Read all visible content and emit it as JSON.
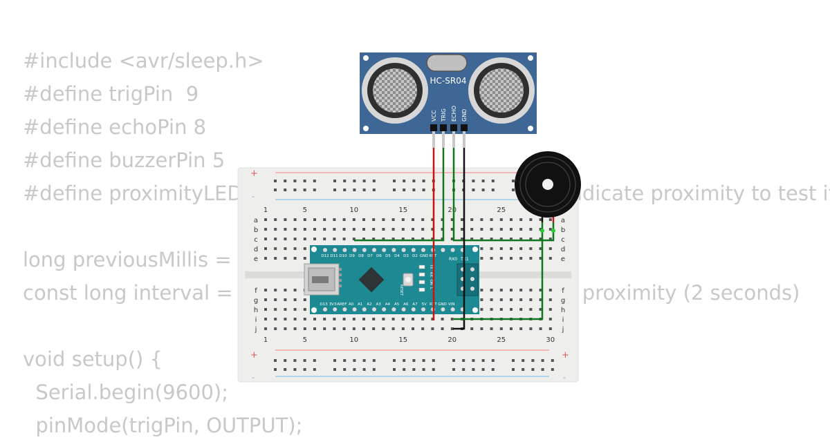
{
  "code_lines": [
    "#include <avr/sleep.h>",
    "#define trigPin  9",
    "#define echoPin 8",
    "#define buzzerPin 5",
    "#define proximityLED 13 // Using the onboard LED to indicate proximity to test it",
    "",
    "long previousMillis = 0;",
    "const long interval = 2000;  // Interval for checking the proximity (2 seconds)",
    "",
    "void setup() {",
    "  Serial.begin(9600);",
    "  pinMode(trigPin, OUTPUT);"
  ],
  "sensor": {
    "label": "HC-SR04",
    "pins": [
      "VCC",
      "TRIG",
      "ECHO",
      "GND"
    ]
  },
  "breadboard": {
    "column_numbers": [
      "1",
      "5",
      "10",
      "15",
      "20",
      "25",
      "30"
    ],
    "row_letters_top": [
      "a",
      "b",
      "c",
      "d",
      "e"
    ],
    "row_letters_bottom": [
      "f",
      "g",
      "h",
      "i",
      "j"
    ],
    "rail_plus": "+",
    "rail_minus": "-"
  },
  "arduino": {
    "top_pins": [
      "D12",
      "D11",
      "D10",
      "D9",
      "D8",
      "D7",
      "D6",
      "D5",
      "D4",
      "D3",
      "D2",
      "GND",
      "RST"
    ],
    "bottom_pins": [
      "D13",
      "3V3",
      "AREF",
      "A0",
      "A1",
      "A2",
      "A3",
      "A4",
      "A5",
      "A6",
      "A7",
      "5V",
      "RST",
      "GND",
      "VIN"
    ],
    "rx0": "RX0",
    "tx1": "TX1",
    "reset_label": "RESET",
    "led_labels": [
      "TX",
      "RX",
      "ON",
      "L"
    ]
  },
  "colors": {
    "wire_red": "#cc1111",
    "wire_green": "#11771f",
    "wire_black": "#111111",
    "sensor_board": "#3f6795",
    "arduino_board": "#1d8a93",
    "breadboard": "#eeeeec"
  },
  "icons": {
    "usb": "usb-connector-icon",
    "buzzer": "buzzer-icon",
    "transducer": "ultrasonic-transducer-icon"
  }
}
